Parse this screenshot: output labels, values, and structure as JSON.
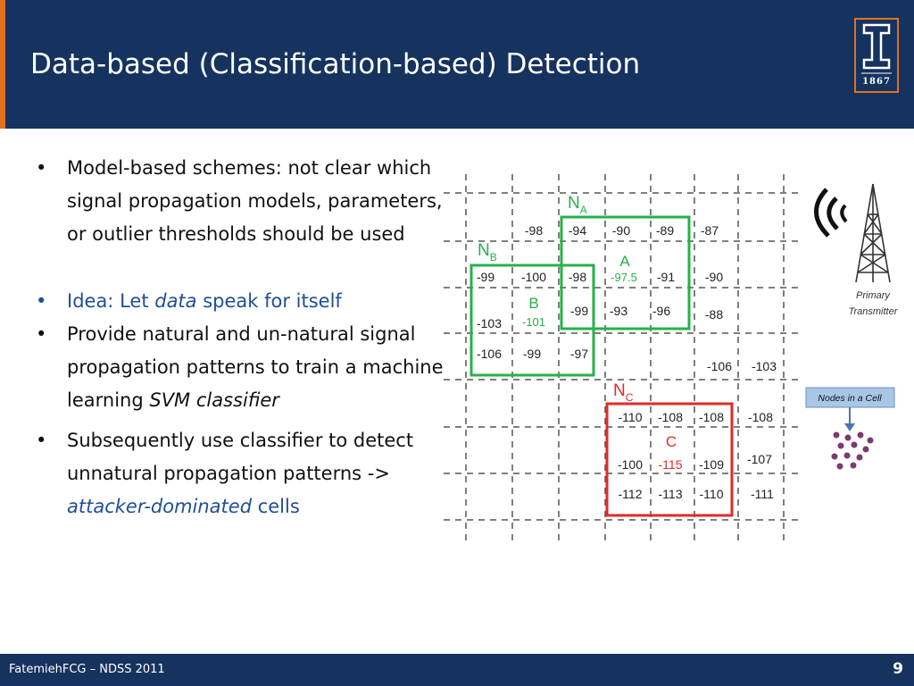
{
  "slide": {
    "title": "Data-based (Classification-based) Detection",
    "footer": "FatemiehFCG – NDSS 2011",
    "page_number": "9",
    "logo_year": "1867",
    "logo_letter": "I"
  },
  "bullets": [
    {
      "prefix": "Model-based schemes: not clear which signal propagation models, parameters, or outlier thresholds should be used",
      "emphasis": "",
      "suffix": ""
    },
    {
      "prefix": "Idea: Let ",
      "emphasis": "data",
      "suffix": " speak for itself"
    },
    {
      "prefix": "Provide natural and un-natural signal propagation patterns to train a machine learning ",
      "emphasis": "SVM classifier",
      "suffix": ""
    },
    {
      "prefix": "Subsequently use classifier to detect unnatural propagation patterns -> ",
      "emphasis": "attacker-dominated",
      "suffix": " cells"
    }
  ],
  "bullet_symbol": "•",
  "diagram": {
    "cell_values": [
      "-98",
      "-94",
      "-90",
      "-89",
      "-87",
      "-99",
      "-100",
      "-98",
      "-97.5",
      "-91",
      "-90",
      "-103",
      "-101",
      "-99",
      "-93",
      "-96",
      "-88",
      "-106",
      "-99",
      "-97",
      "-106",
      "-103",
      "-110",
      "-108",
      "-108",
      "-108",
      "-100",
      "-115",
      "-109",
      "-107",
      "-112",
      "-113",
      "-110",
      "-111"
    ],
    "labels": {
      "na_main": "N",
      "na_sub": "A",
      "a": "A",
      "nb_main": "N",
      "nb_sub": "B",
      "b": "B",
      "nc_main": "N",
      "nc_sub": "C",
      "c": "C"
    },
    "transmitter_line1": "Primary",
    "transmitter_line2": "Transmitter",
    "nodes_label": "Nodes in a Cell",
    "colors": {
      "green": "#26b14a",
      "red": "#e02a2a",
      "black": "#222222",
      "node": "#7a3b6e",
      "callout_fill": "#a8c6e6"
    }
  }
}
